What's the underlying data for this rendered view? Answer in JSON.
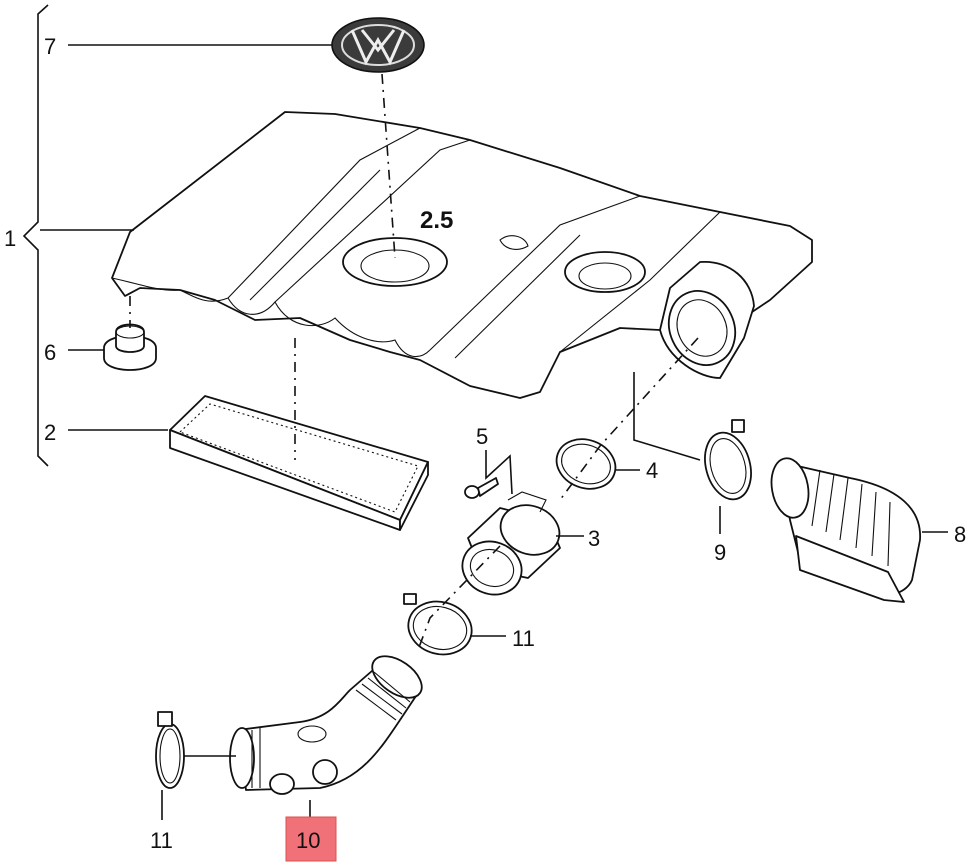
{
  "callouts": [
    {
      "id": "c1",
      "text": "1"
    },
    {
      "id": "c2",
      "text": "2"
    },
    {
      "id": "c3",
      "text": "3"
    },
    {
      "id": "c4",
      "text": "4"
    },
    {
      "id": "c5",
      "text": "5"
    },
    {
      "id": "c6",
      "text": "6"
    },
    {
      "id": "c7",
      "text": "7"
    },
    {
      "id": "c8",
      "text": "8"
    },
    {
      "id": "c9",
      "text": "9"
    },
    {
      "id": "c10",
      "text": "10"
    },
    {
      "id": "c11a",
      "text": "11"
    },
    {
      "id": "c11b",
      "text": "11"
    }
  ],
  "highlight": {
    "part": "10",
    "color": "#f07178"
  },
  "cover_badge": "2.5"
}
